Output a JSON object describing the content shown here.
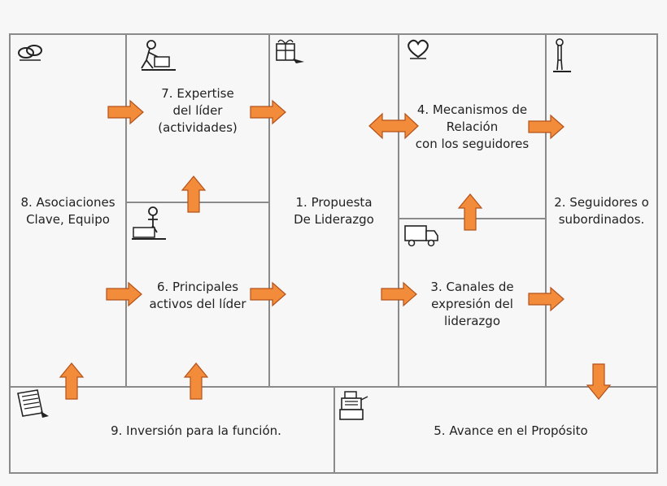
{
  "blocks": {
    "partners": {
      "lines": [
        "8. Asociaciones",
        "Clave, Equipo"
      ],
      "icon": "rings-icon"
    },
    "activities": {
      "lines": [
        "7. Expertise",
        "del líder",
        "(actividades)"
      ],
      "icon": "worker-icon"
    },
    "resources": {
      "lines": [
        "6. Principales",
        "activos del líder"
      ],
      "icon": "forklift-worker-icon"
    },
    "value_proposition": {
      "lines": [
        "1. Propuesta",
        "De Liderazgo"
      ],
      "icon": "gift-icon"
    },
    "relationships": {
      "lines": [
        "4. Mecanismos de",
        "Relación",
        "con los seguidores"
      ],
      "icon": "heart-icon"
    },
    "channels": {
      "lines": [
        "3. Canales de",
        "expresión del",
        "liderazgo"
      ],
      "icon": "truck-icon"
    },
    "segments": {
      "lines": [
        "2. Seguidores o",
        "subordinados."
      ],
      "icon": "person-icon"
    },
    "cost": {
      "lines": [
        "9. Inversión para la función."
      ],
      "icon": "document-icon"
    },
    "revenue": {
      "lines": [
        "5.  Avance en el Propósito"
      ],
      "icon": "cash-register-icon"
    }
  },
  "colors": {
    "arrow_fill": "#f28c3a",
    "arrow_stroke": "#b5521a",
    "border": "#8a8a8a",
    "background": "#f7f7f7"
  }
}
